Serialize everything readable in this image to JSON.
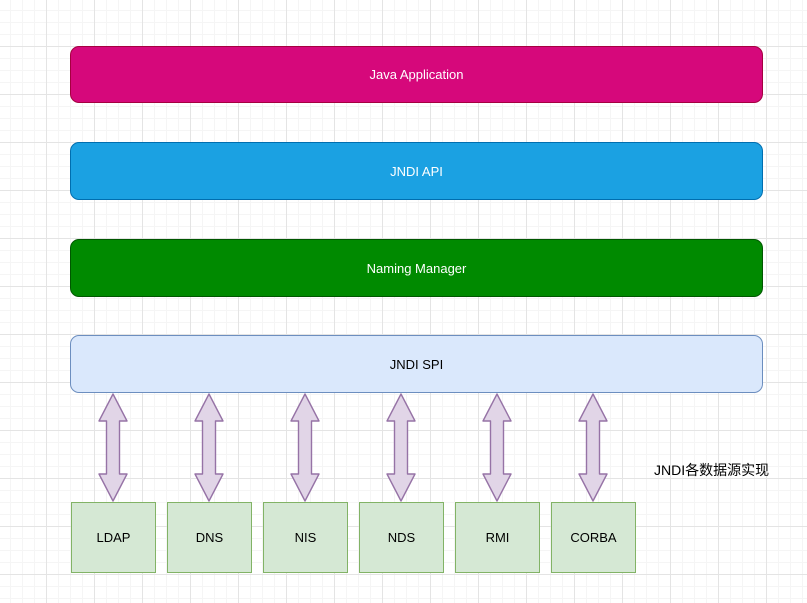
{
  "diagram": {
    "layers": [
      {
        "id": "java-application",
        "label": "Java Application",
        "fill": "#d6087b",
        "border": "#a50040",
        "text_color": "#ffffff"
      },
      {
        "id": "jndi-api",
        "label": "JNDI API",
        "fill": "#1ba1e2",
        "border": "#006eaf",
        "text_color": "#ffffff"
      },
      {
        "id": "naming-manager",
        "label": "Naming Manager",
        "fill": "#008a00",
        "border": "#005700",
        "text_color": "#ffffff"
      },
      {
        "id": "jndi-spi",
        "label": "JNDI SPI",
        "fill": "#dae8fc",
        "border": "#6c8ebf",
        "text_color": "#000000"
      }
    ],
    "providers": [
      {
        "label": "LDAP"
      },
      {
        "label": "DNS"
      },
      {
        "label": "NIS"
      },
      {
        "label": "NDS"
      },
      {
        "label": "RMI"
      },
      {
        "label": "CORBA"
      }
    ],
    "provider_style": {
      "fill": "#d5e8d4",
      "border": "#82b366",
      "text_color": "#000000"
    },
    "connector_style": {
      "type": "vertical-double-arrow",
      "count": 6,
      "fill": "#e1d5e7",
      "border": "#9673a6"
    },
    "annotation": "JNDI各数据源实现",
    "background": {
      "color": "#ffffff",
      "grid_minor": "#f5f5f5",
      "grid_major": "#e4e4e4"
    }
  }
}
